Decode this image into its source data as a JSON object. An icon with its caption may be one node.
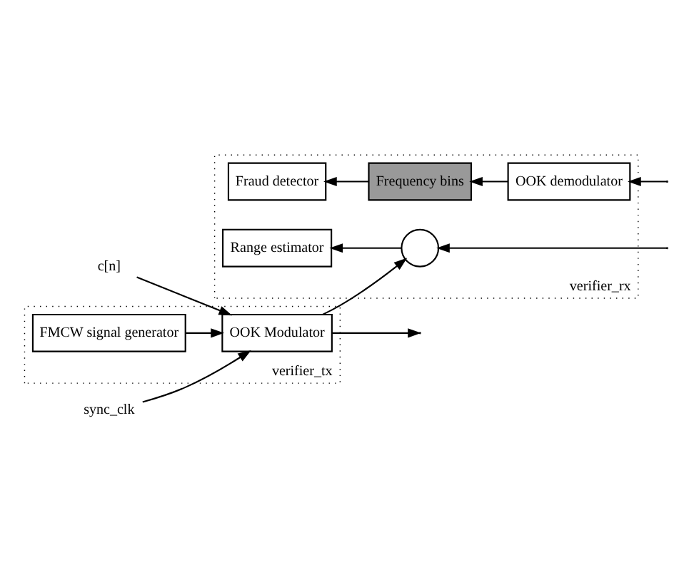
{
  "diagram": {
    "nodes": [
      {
        "text": [
          "c[n]"
        ]
      },
      {
        "text": [
          "sync_clk"
        ]
      },
      {
        "text": [
          "verifier_tx"
        ]
      },
      {
        "text": [
          "FMCW signal generator"
        ],
        "in": 2
      },
      {
        "text": [
          "OOK Modulator"
        ],
        "in": 2
      },
      {
        "text": [
          "verifier_rx"
        ]
      },
      {
        "text": [
          "Range estimator"
        ],
        "in": 5
      },
      {
        "text": [],
        "shape": "circle",
        "in": 5
      },
      {
        "text": [
          "Fraud detector"
        ],
        "in": 5
      },
      {
        "text": [
          "Frequency bins"
        ],
        "in": 5
      },
      {
        "text": [
          "OOK demodulator"
        ],
        "in": 5
      }
    ],
    "edges": [
      {
        "from": 0,
        "to": 4,
        "arrow": "to"
      },
      {
        "from": 1,
        "to": 4,
        "arrow": "to"
      },
      {
        "from": 3,
        "to": 4,
        "arrow": "to"
      },
      {
        "from": 4,
        "to": null,
        "arrow": "to"
      },
      {
        "from": 4,
        "to": 7,
        "arrow": "to"
      },
      {
        "from": 7,
        "to": 6,
        "arrow": "to"
      },
      {
        "from": null,
        "to": 7,
        "arrow": "to"
      },
      {
        "from": null,
        "to": 10,
        "arrow": "to"
      },
      {
        "from": 10,
        "to": 9,
        "arrow": "to"
      },
      {
        "from": 9,
        "to": 8,
        "arrow": "to"
      }
    ]
  }
}
